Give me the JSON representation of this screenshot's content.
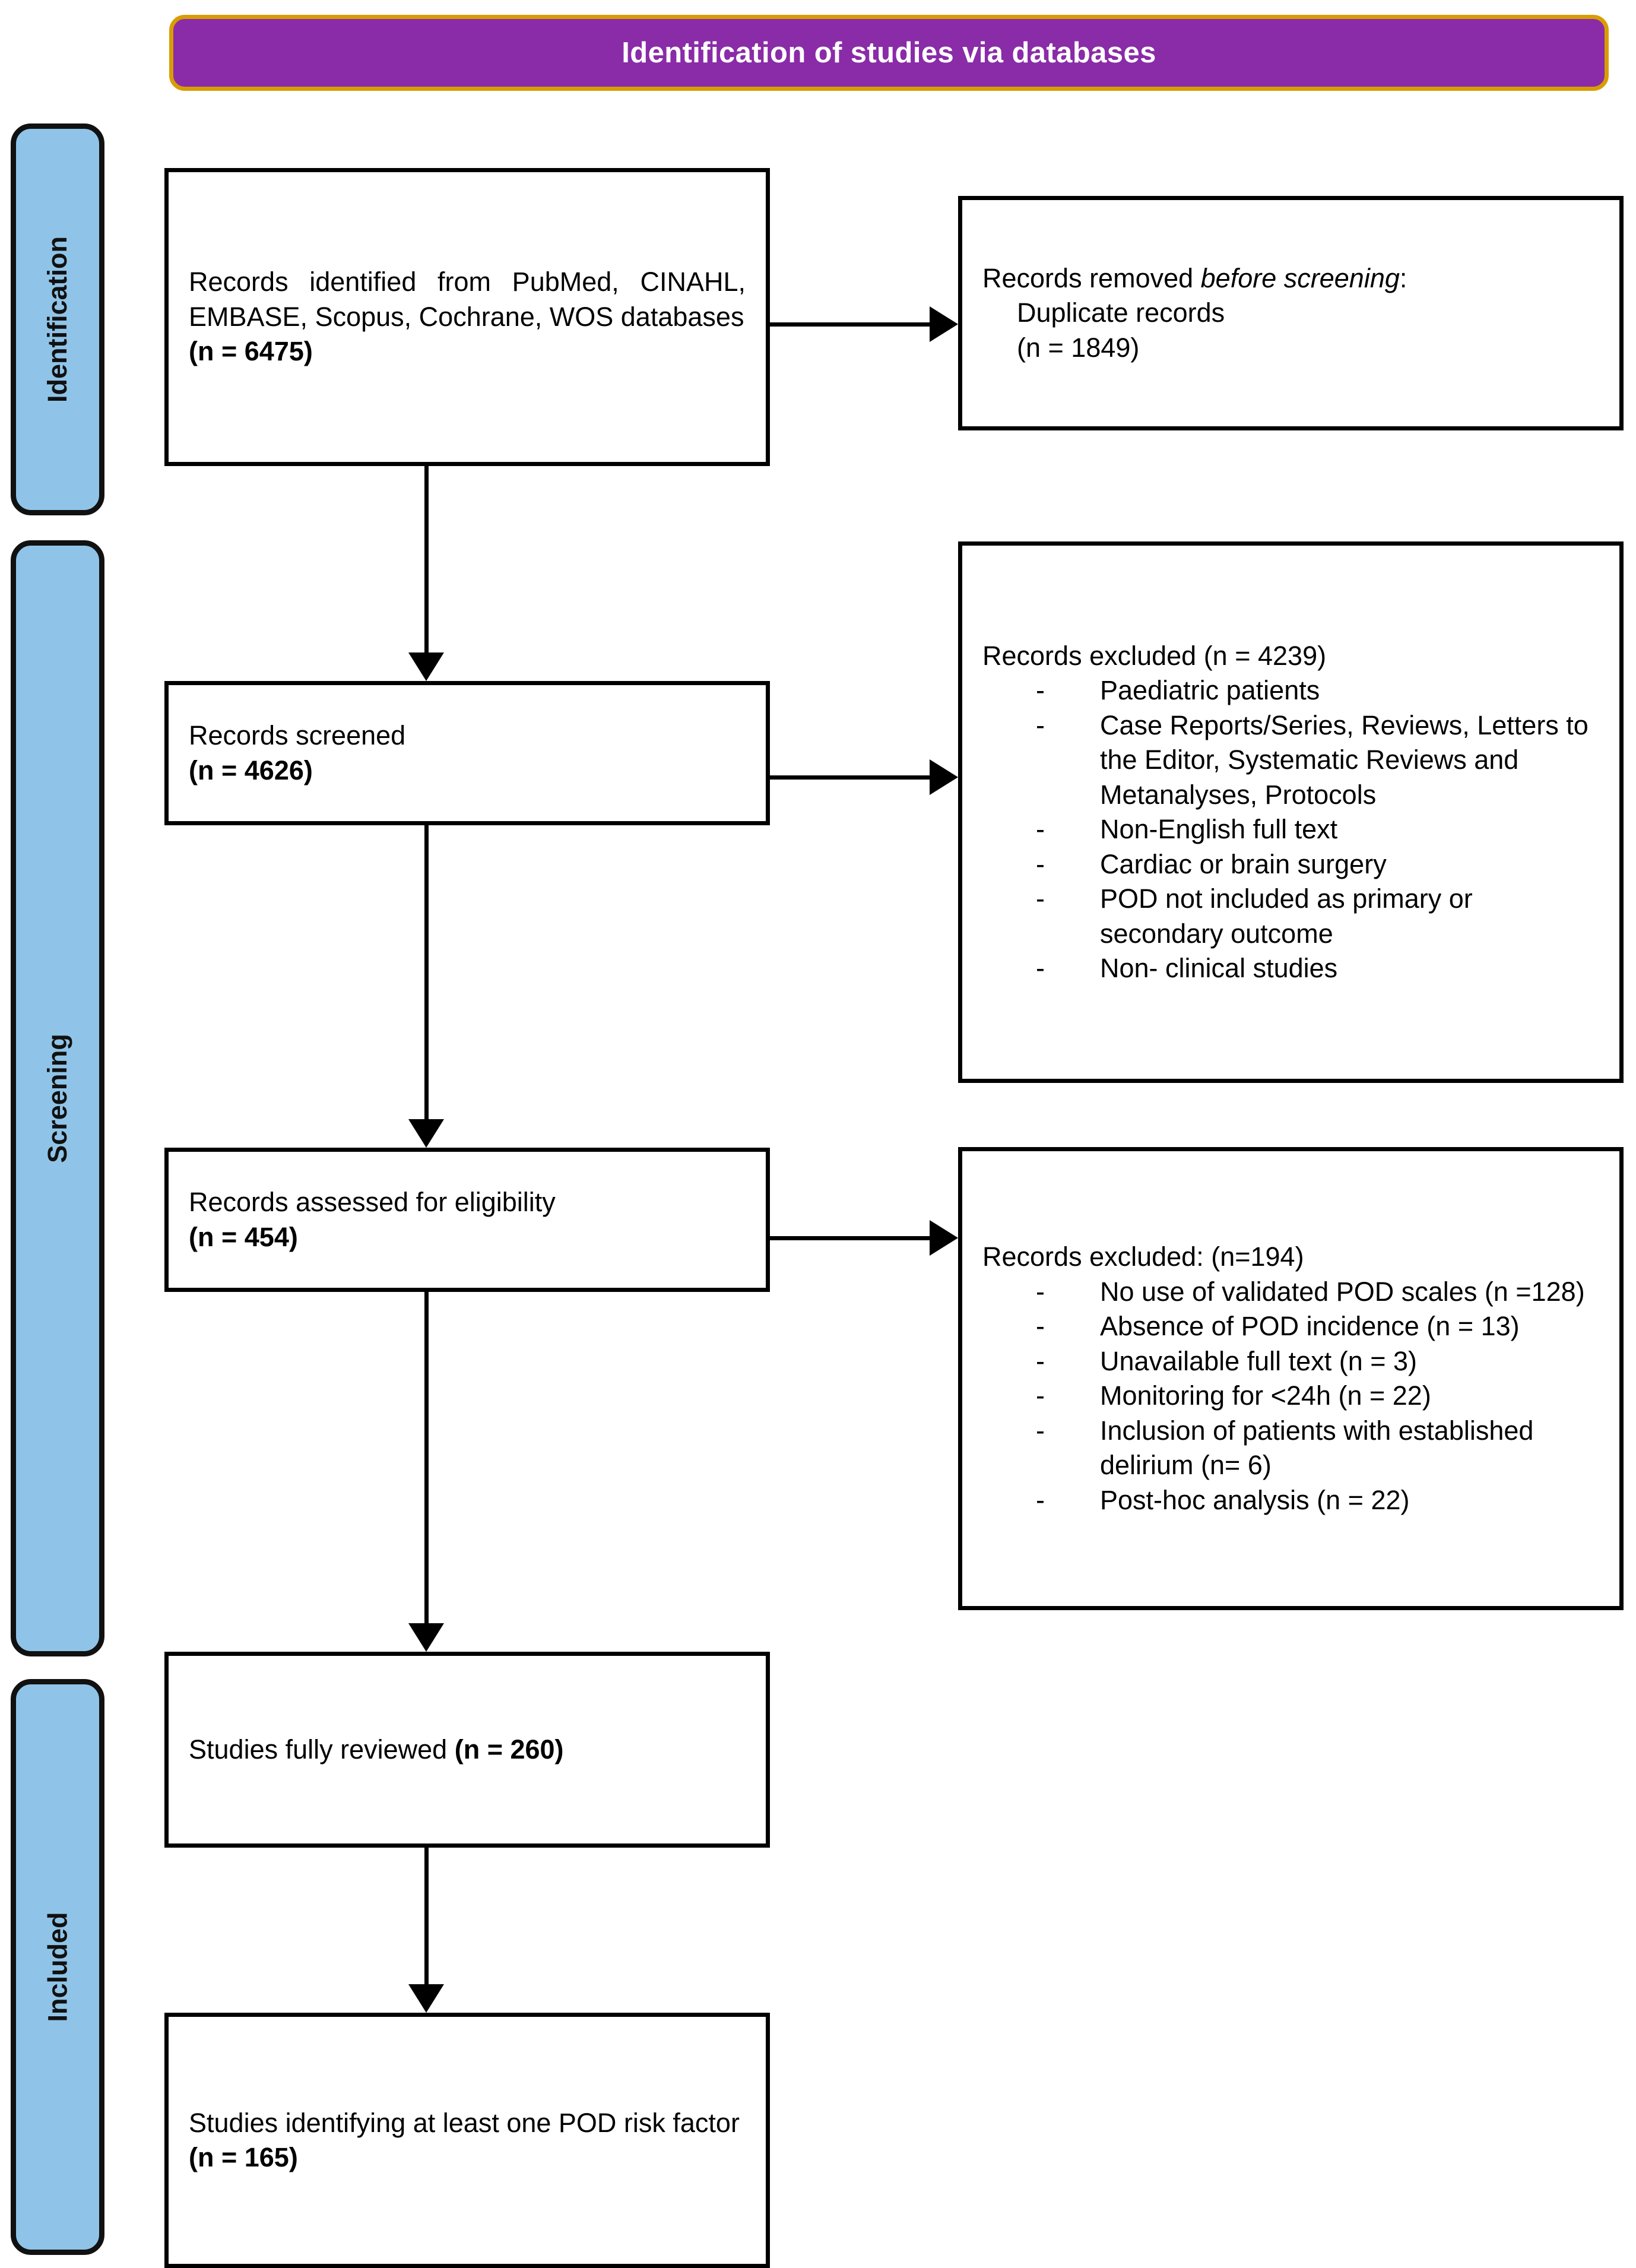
{
  "banner": {
    "title": "Identification of studies via databases",
    "background_color": "#8A2BA8",
    "border_color": "#D89D00",
    "text_color": "#FFFFFF"
  },
  "bands": {
    "background_color": "#8FC4E8",
    "border_color": "#111111",
    "items": [
      {
        "id": "identification",
        "label": "Identification"
      },
      {
        "id": "screening",
        "label": "Screening"
      },
      {
        "id": "included",
        "label": "Included"
      }
    ]
  },
  "boxes": {
    "identified": {
      "line1": "Records identified from PubMed, CINAHL, EMBASE, Scopus, Cochrane, WOS databases",
      "count_prefix": "(n = ",
      "count": "6475",
      "count_suffix": ")"
    },
    "removed": {
      "head_plain": "Records removed ",
      "head_italic": "before screening",
      "head_colon": ":",
      "line2": "Duplicate records",
      "line3": "(n = 1849)"
    },
    "screened": {
      "line1": "Records screened",
      "count_prefix": "(n = ",
      "count": "4626",
      "count_suffix": ")"
    },
    "excluded_1": {
      "head": "Records excluded (n = 4239)",
      "items": [
        "Paediatric patients",
        "Case Reports/Series, Reviews, Letters to the Editor, Systematic Reviews and Metanalyses, Protocols",
        "Non-English full text",
        "Cardiac or brain surgery",
        "POD not included as primary or secondary outcome",
        "Non- clinical studies"
      ]
    },
    "assessed": {
      "line1": "Records assessed for eligibility",
      "count_prefix": "(n = ",
      "count": "454",
      "count_suffix": ")"
    },
    "excluded_2": {
      "head": "Records excluded: (n=194)",
      "items": [
        "No use of validated POD scales (n =128)",
        "Absence of POD incidence (n = 13)",
        "Unavailable full text (n = 3)",
        "Monitoring for <24h (n = 22)",
        "Inclusion of patients with established delirium (n= 6)",
        "Post-hoc analysis (n = 22)"
      ]
    },
    "reviewed": {
      "text_plain": "Studies fully reviewed ",
      "count_bold": "(n = 260)"
    },
    "final": {
      "text_plain": "Studies identifying at least one POD risk factor ",
      "count_bold": "(n = 165)"
    }
  },
  "connectors": {
    "arrow_color": "#000000",
    "flow": [
      {
        "from": "identified",
        "to": "removed",
        "direction": "right"
      },
      {
        "from": "identified",
        "to": "screened",
        "direction": "down"
      },
      {
        "from": "screened",
        "to": "excluded_1",
        "direction": "right"
      },
      {
        "from": "screened",
        "to": "assessed",
        "direction": "down"
      },
      {
        "from": "assessed",
        "to": "excluded_2",
        "direction": "right"
      },
      {
        "from": "assessed",
        "to": "reviewed",
        "direction": "down"
      },
      {
        "from": "reviewed",
        "to": "final",
        "direction": "down"
      }
    ]
  }
}
